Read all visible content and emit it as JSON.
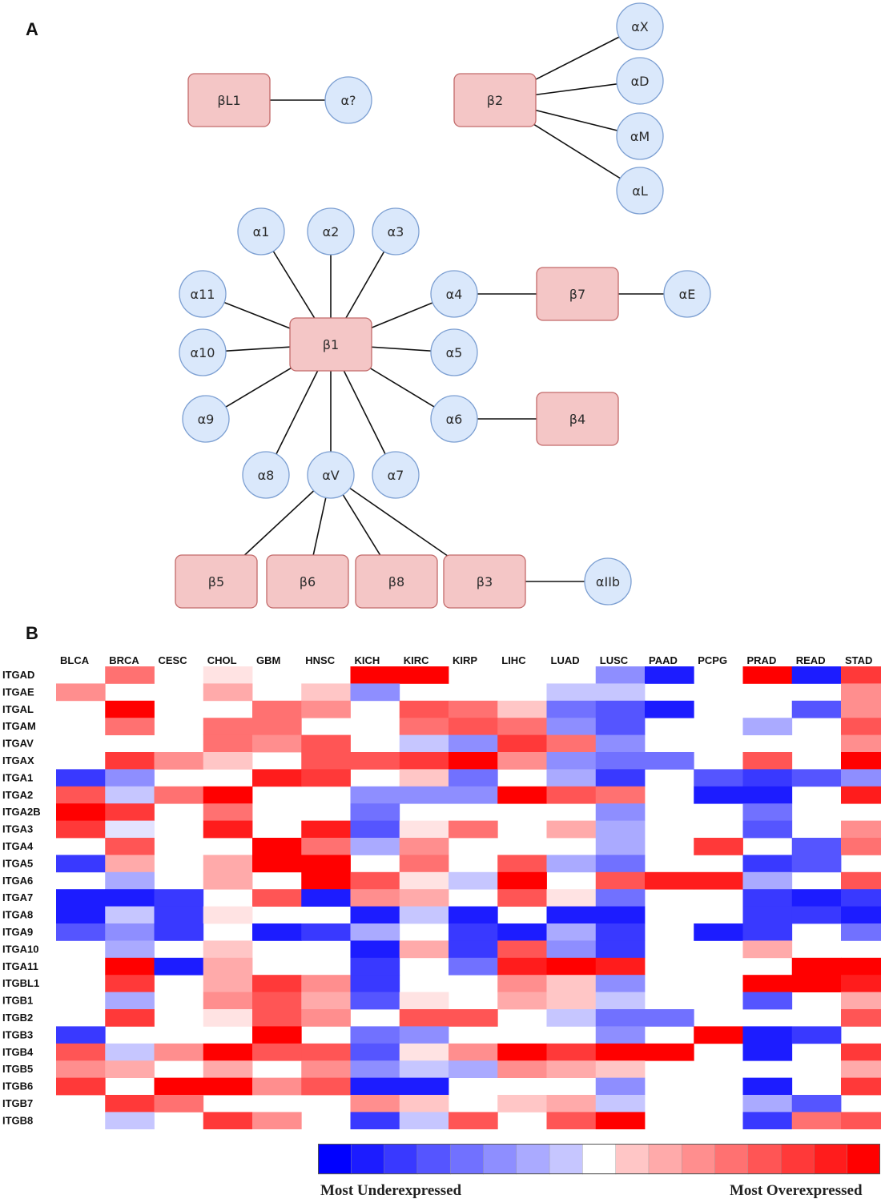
{
  "panels": {
    "a_label": "A",
    "b_label": "B"
  },
  "colors": {
    "beta_fill": "#f4c6c6",
    "beta_stroke": "#c26a6a",
    "alpha_fill": "#dae8fb",
    "alpha_stroke": "#7c9fd2",
    "edge": "#111111"
  },
  "network": {
    "betas": [
      {
        "id": "bL1",
        "label": "βL1"
      },
      {
        "id": "b2",
        "label": "β2"
      },
      {
        "id": "b1",
        "label": "β1"
      },
      {
        "id": "b7",
        "label": "β7"
      },
      {
        "id": "b4",
        "label": "β4"
      },
      {
        "id": "b5",
        "label": "β5"
      },
      {
        "id": "b6",
        "label": "β6"
      },
      {
        "id": "b8",
        "label": "β8"
      },
      {
        "id": "b3",
        "label": "β3"
      }
    ],
    "alphas": [
      {
        "id": "aq",
        "label": "α?"
      },
      {
        "id": "aX",
        "label": "αX"
      },
      {
        "id": "aD",
        "label": "αD"
      },
      {
        "id": "aM",
        "label": "αM"
      },
      {
        "id": "aL",
        "label": "αL"
      },
      {
        "id": "a1",
        "label": "α1"
      },
      {
        "id": "a2",
        "label": "α2"
      },
      {
        "id": "a3",
        "label": "α3"
      },
      {
        "id": "a11",
        "label": "α11"
      },
      {
        "id": "a4",
        "label": "α4"
      },
      {
        "id": "aE",
        "label": "αE"
      },
      {
        "id": "a10",
        "label": "α10"
      },
      {
        "id": "a5",
        "label": "α5"
      },
      {
        "id": "a9",
        "label": "α9"
      },
      {
        "id": "a6",
        "label": "α6"
      },
      {
        "id": "a8",
        "label": "α8"
      },
      {
        "id": "aV",
        "label": "αV"
      },
      {
        "id": "a7",
        "label": "α7"
      },
      {
        "id": "aIIb",
        "label": "αIIb"
      }
    ],
    "edges": [
      [
        "bL1",
        "aq"
      ],
      [
        "b2",
        "aX"
      ],
      [
        "b2",
        "aD"
      ],
      [
        "b2",
        "aM"
      ],
      [
        "b2",
        "aL"
      ],
      [
        "b1",
        "a1"
      ],
      [
        "b1",
        "a2"
      ],
      [
        "b1",
        "a3"
      ],
      [
        "b1",
        "a11"
      ],
      [
        "b1",
        "a4"
      ],
      [
        "b1",
        "a10"
      ],
      [
        "b1",
        "a5"
      ],
      [
        "b1",
        "a9"
      ],
      [
        "b1",
        "a6"
      ],
      [
        "b1",
        "a8"
      ],
      [
        "b1",
        "aV"
      ],
      [
        "b1",
        "a7"
      ],
      [
        "a4",
        "b7"
      ],
      [
        "b7",
        "aE"
      ],
      [
        "a6",
        "b4"
      ],
      [
        "aV",
        "b5"
      ],
      [
        "aV",
        "b6"
      ],
      [
        "aV",
        "b8"
      ],
      [
        "aV",
        "b3"
      ],
      [
        "b3",
        "aIIb"
      ]
    ]
  },
  "heatmap": {
    "cancers": [
      "BLCA",
      "BRCA",
      "CESC",
      "CHOL",
      "GBM",
      "HNSC",
      "KICH",
      "KIRC",
      "KIRP",
      "LIHC",
      "LUAD",
      "LUSC",
      "PAAD",
      "PCPG",
      "PRAD",
      "READ",
      "STAD"
    ],
    "genes": [
      "ITGAD",
      "ITGAE",
      "ITGAL",
      "ITGAM",
      "ITGAV",
      "ITGAX",
      "ITGA1",
      "ITGA2",
      "ITGA2B",
      "ITGA3",
      "ITGA4",
      "ITGA5",
      "ITGA6",
      "ITGA7",
      "ITGA8",
      "ITGA9",
      "ITGA10",
      "ITGA11",
      "ITGBL1",
      "ITGB1",
      "ITGB2",
      "ITGB3",
      "ITGB4",
      "ITGB5",
      "ITGB6",
      "ITGB7",
      "ITGB8"
    ],
    "values": [
      [
        0,
        5,
        0,
        1,
        0,
        0,
        9,
        9,
        0,
        0,
        0,
        -4,
        -8,
        0,
        9,
        -8,
        7
      ],
      [
        4,
        0,
        0,
        3,
        0,
        2,
        -4,
        0,
        0,
        0,
        -2,
        -2,
        0,
        0,
        0,
        0,
        4
      ],
      [
        0,
        9,
        0,
        0,
        5,
        4,
        0,
        6,
        5,
        2,
        -5,
        -6,
        -8,
        0,
        0,
        -6,
        4
      ],
      [
        0,
        5,
        0,
        5,
        5,
        0,
        0,
        5,
        6,
        5,
        -4,
        -6,
        0,
        0,
        -3,
        0,
        6
      ],
      [
        0,
        0,
        0,
        5,
        4,
        6,
        0,
        -2,
        -4,
        7,
        5,
        -4,
        0,
        0,
        0,
        0,
        4
      ],
      [
        0,
        7,
        4,
        2,
        0,
        6,
        6,
        7,
        9,
        4,
        -4,
        -5,
        -5,
        0,
        6,
        0,
        9
      ],
      [
        -7,
        -4,
        0,
        0,
        8,
        7,
        0,
        2,
        -5,
        0,
        -3,
        -7,
        0,
        -6,
        -7,
        -6,
        -4
      ],
      [
        6,
        -2,
        5,
        9,
        0,
        0,
        -4,
        -4,
        -4,
        9,
        6,
        5,
        0,
        -8,
        -8,
        0,
        8
      ],
      [
        9,
        7,
        0,
        5,
        0,
        0,
        -5,
        0,
        0,
        0,
        0,
        -4,
        0,
        0,
        -5,
        0,
        0
      ],
      [
        7,
        -1,
        0,
        8,
        0,
        8,
        -6,
        1,
        5,
        0,
        3,
        -3,
        0,
        0,
        -6,
        0,
        4
      ],
      [
        0,
        6,
        0,
        0,
        9,
        5,
        -3,
        4,
        0,
        0,
        0,
        -3,
        0,
        7,
        0,
        -6,
        5
      ],
      [
        -7,
        3,
        0,
        3,
        9,
        9,
        0,
        5,
        0,
        6,
        -3,
        -5,
        0,
        0,
        -7,
        -6,
        0
      ],
      [
        0,
        -3,
        0,
        3,
        0,
        9,
        6,
        1,
        -2,
        9,
        0,
        6,
        8,
        8,
        -3,
        0,
        6
      ],
      [
        -8,
        -8,
        -7,
        0,
        6,
        -8,
        4,
        3,
        0,
        6,
        1,
        -5,
        0,
        0,
        -7,
        -8,
        -7
      ],
      [
        -8,
        -2,
        -7,
        1,
        0,
        0,
        -8,
        -2,
        -8,
        0,
        -8,
        -8,
        0,
        0,
        -7,
        -7,
        -8
      ],
      [
        -6,
        -4,
        -7,
        0,
        -8,
        -7,
        -3,
        0,
        -7,
        -8,
        -3,
        -7,
        0,
        -8,
        -7,
        0,
        -5
      ],
      [
        0,
        -3,
        0,
        2,
        0,
        0,
        -8,
        3,
        -7,
        6,
        -4,
        -7,
        0,
        0,
        3,
        0,
        0
      ],
      [
        0,
        9,
        -8,
        3,
        0,
        0,
        -7,
        0,
        -5,
        8,
        9,
        8,
        0,
        0,
        0,
        9,
        9
      ],
      [
        0,
        7,
        0,
        3,
        7,
        4,
        -7,
        0,
        0,
        4,
        2,
        -4,
        0,
        0,
        9,
        9,
        8
      ],
      [
        0,
        -3,
        0,
        4,
        6,
        3,
        -6,
        1,
        0,
        3,
        2,
        -2,
        0,
        0,
        -6,
        0,
        3
      ],
      [
        0,
        7,
        0,
        1,
        6,
        4,
        0,
        6,
        6,
        0,
        -2,
        -5,
        -5,
        0,
        0,
        0,
        6
      ],
      [
        -7,
        0,
        0,
        0,
        9,
        0,
        -5,
        -4,
        0,
        0,
        0,
        -4,
        0,
        9,
        -8,
        -7,
        0
      ],
      [
        6,
        -2,
        4,
        9,
        6,
        6,
        -6,
        1,
        4,
        9,
        7,
        9,
        9,
        0,
        -8,
        0,
        7
      ],
      [
        4,
        3,
        0,
        3,
        0,
        4,
        -4,
        -2,
        -3,
        4,
        3,
        2,
        0,
        0,
        0,
        0,
        3
      ],
      [
        7,
        0,
        9,
        9,
        4,
        6,
        -8,
        -8,
        0,
        0,
        0,
        -4,
        0,
        0,
        -8,
        0,
        7
      ],
      [
        0,
        7,
        5,
        0,
        0,
        0,
        4,
        2,
        0,
        2,
        3,
        -2,
        0,
        0,
        -3,
        -6,
        0
      ],
      [
        0,
        -2,
        0,
        7,
        4,
        0,
        -7,
        -2,
        6,
        0,
        6,
        9,
        0,
        0,
        -7,
        5,
        6
      ]
    ]
  },
  "legend": {
    "low_label": "Most Underexpressed",
    "high_label": "Most Overexpressed"
  }
}
